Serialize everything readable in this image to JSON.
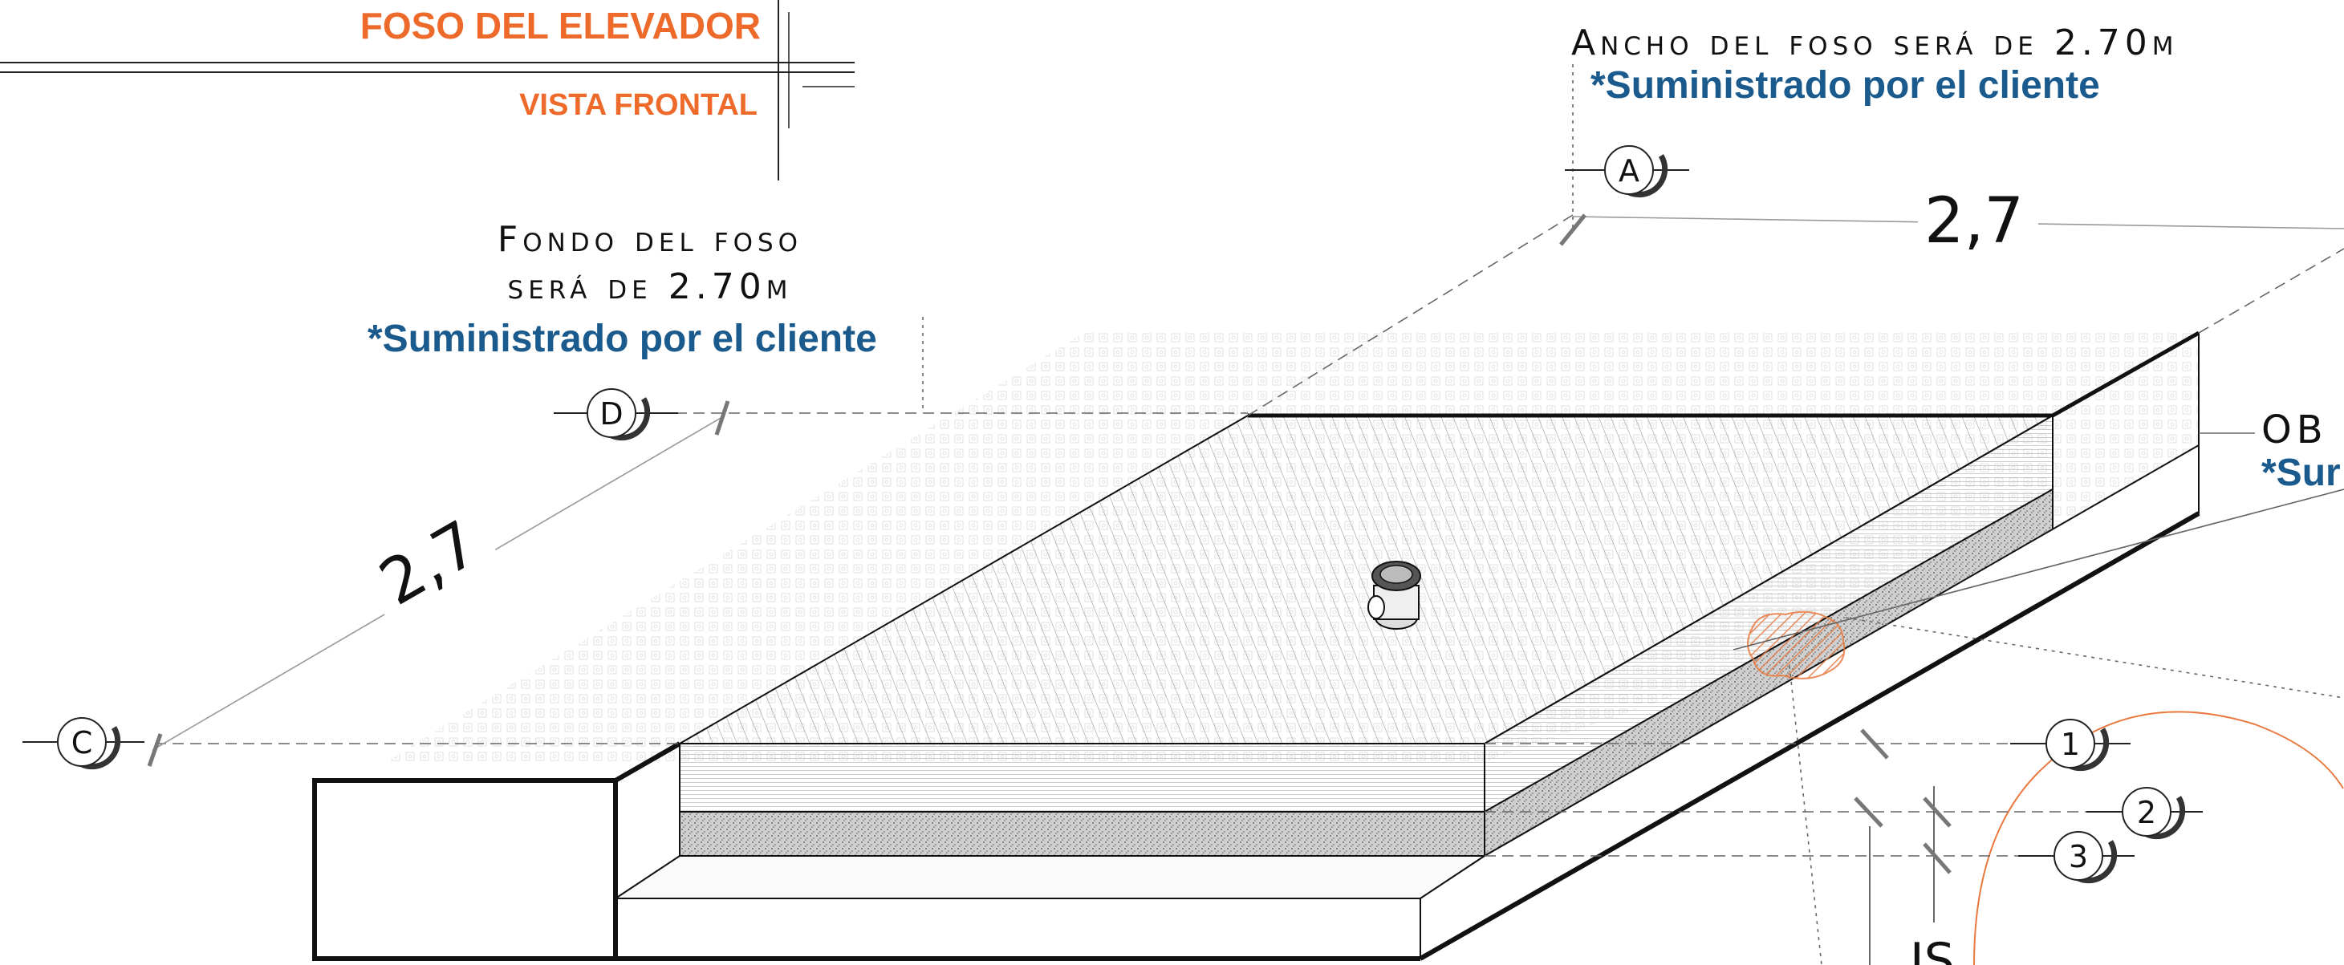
{
  "title": {
    "main": "FOSO DEL ELEVADOR",
    "sub": "VISTA FRONTAL"
  },
  "notes": {
    "width_line": "Ancho del foso será de 2.70m",
    "width_supplier": "*Suministrado por el cliente",
    "depth_line1": "Fondo del foso",
    "depth_line2": "será de 2.70m",
    "depth_supplier": "*Suministrado por el cliente",
    "right_partial": "OB",
    "right_supplier_partial": "*Sur"
  },
  "dimensions": {
    "width_value": "2,7",
    "depth_value": "2,7"
  },
  "markers": {
    "a": "A",
    "c": "C",
    "d": "D",
    "one": "1",
    "two": "2",
    "three": "3"
  },
  "colors": {
    "title": "#ee6a2a",
    "supplier": "#1a5a8c",
    "line": "#111111",
    "accent": "#e9793f"
  }
}
